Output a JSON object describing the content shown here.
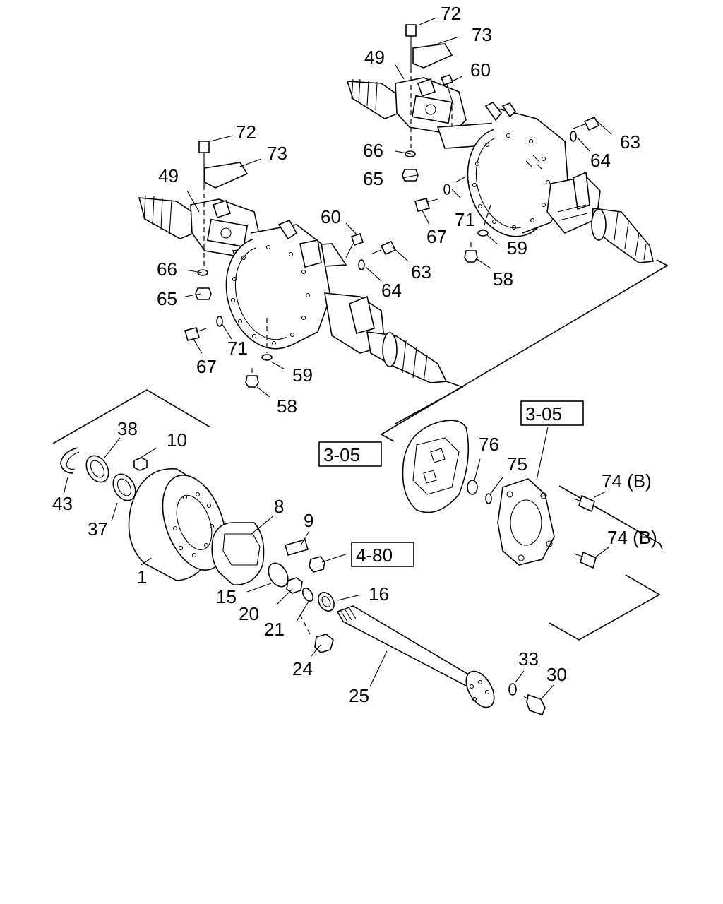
{
  "labels": [
    {
      "id": "p72a",
      "text": "72"
    },
    {
      "id": "p73a",
      "text": "73"
    },
    {
      "id": "p49a",
      "text": "49"
    },
    {
      "id": "p60a",
      "text": "60"
    },
    {
      "id": "p63a",
      "text": "63"
    },
    {
      "id": "p64a",
      "text": "64"
    },
    {
      "id": "p66a",
      "text": "66"
    },
    {
      "id": "p65a",
      "text": "65"
    },
    {
      "id": "p67a",
      "text": "67"
    },
    {
      "id": "p71a",
      "text": "71"
    },
    {
      "id": "p59a",
      "text": "59"
    },
    {
      "id": "p58a",
      "text": "58"
    },
    {
      "id": "p72b",
      "text": "72"
    },
    {
      "id": "p73b",
      "text": "73"
    },
    {
      "id": "p49b",
      "text": "49"
    },
    {
      "id": "p60b",
      "text": "60"
    },
    {
      "id": "p63b",
      "text": "63"
    },
    {
      "id": "p64b",
      "text": "64"
    },
    {
      "id": "p66b",
      "text": "66"
    },
    {
      "id": "p65b",
      "text": "65"
    },
    {
      "id": "p67b",
      "text": "67"
    },
    {
      "id": "p71b",
      "text": "71"
    },
    {
      "id": "p59b",
      "text": "59"
    },
    {
      "id": "p58b",
      "text": "58"
    },
    {
      "id": "p38",
      "text": "38"
    },
    {
      "id": "p10",
      "text": "10"
    },
    {
      "id": "p43",
      "text": "43"
    },
    {
      "id": "p37",
      "text": "37"
    },
    {
      "id": "p1",
      "text": "1"
    },
    {
      "id": "p8",
      "text": "8"
    },
    {
      "id": "p9",
      "text": "9"
    },
    {
      "id": "p15",
      "text": "15"
    },
    {
      "id": "p20",
      "text": "20"
    },
    {
      "id": "p21",
      "text": "21"
    },
    {
      "id": "p16",
      "text": "16"
    },
    {
      "id": "p24",
      "text": "24"
    },
    {
      "id": "p25",
      "text": "25"
    },
    {
      "id": "p33",
      "text": "33"
    },
    {
      "id": "p30",
      "text": "30"
    },
    {
      "id": "p76",
      "text": "76"
    },
    {
      "id": "p75",
      "text": "75"
    },
    {
      "id": "p74a",
      "text": "74 (B)"
    },
    {
      "id": "p74b",
      "text": "74 (B)"
    }
  ],
  "refs": [
    {
      "id": "ref305a",
      "text": "3-05"
    },
    {
      "id": "ref305b",
      "text": "3-05"
    },
    {
      "id": "ref480",
      "text": "4-80"
    }
  ]
}
